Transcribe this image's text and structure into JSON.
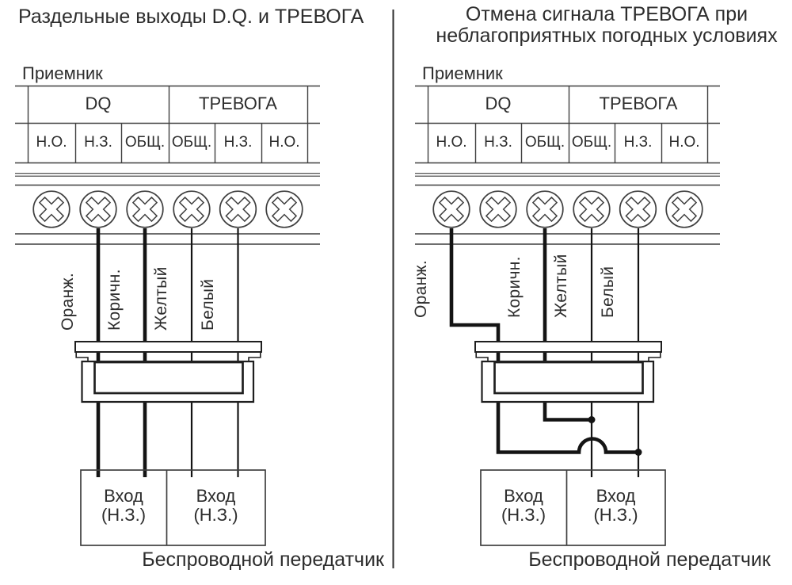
{
  "left": {
    "title": "Раздельные выходы D.Q. и ТРЕВОГА",
    "receiver": "Приемник",
    "outputs": [
      "DQ",
      "ТРЕВОГА"
    ],
    "terminals": [
      "Н.О.",
      "Н.З.",
      "ОБЩ.",
      "ОБЩ.",
      "Н.З.",
      "Н.О."
    ],
    "wires": [
      "Оранж.",
      "Коричн.",
      "Желтый",
      "Белый"
    ],
    "inputs": [
      {
        "line1": "Вход",
        "line2": "(Н.З.)"
      },
      {
        "line1": "Вход",
        "line2": "(Н.З.)"
      }
    ],
    "transmitter": "Беспроводной передатчик"
  },
  "right": {
    "title_line1": "Отмена сигнала ТРЕВОГА при",
    "title_line2": "неблагоприятных погодных условиях",
    "receiver": "Приемник",
    "outputs": [
      "DQ",
      "ТРЕВОГА"
    ],
    "terminals": [
      "Н.О.",
      "Н.З.",
      "ОБЩ.",
      "ОБЩ.",
      "Н.З.",
      "Н.О."
    ],
    "wires": [
      "Оранж.",
      "Коричн.",
      "Желтый",
      "Белый"
    ],
    "inputs": [
      {
        "line1": "Вход",
        "line2": "(Н.З.)"
      },
      {
        "line1": "Вход",
        "line2": "(Н.З.)"
      }
    ],
    "transmitter": "Беспроводной передатчик"
  }
}
